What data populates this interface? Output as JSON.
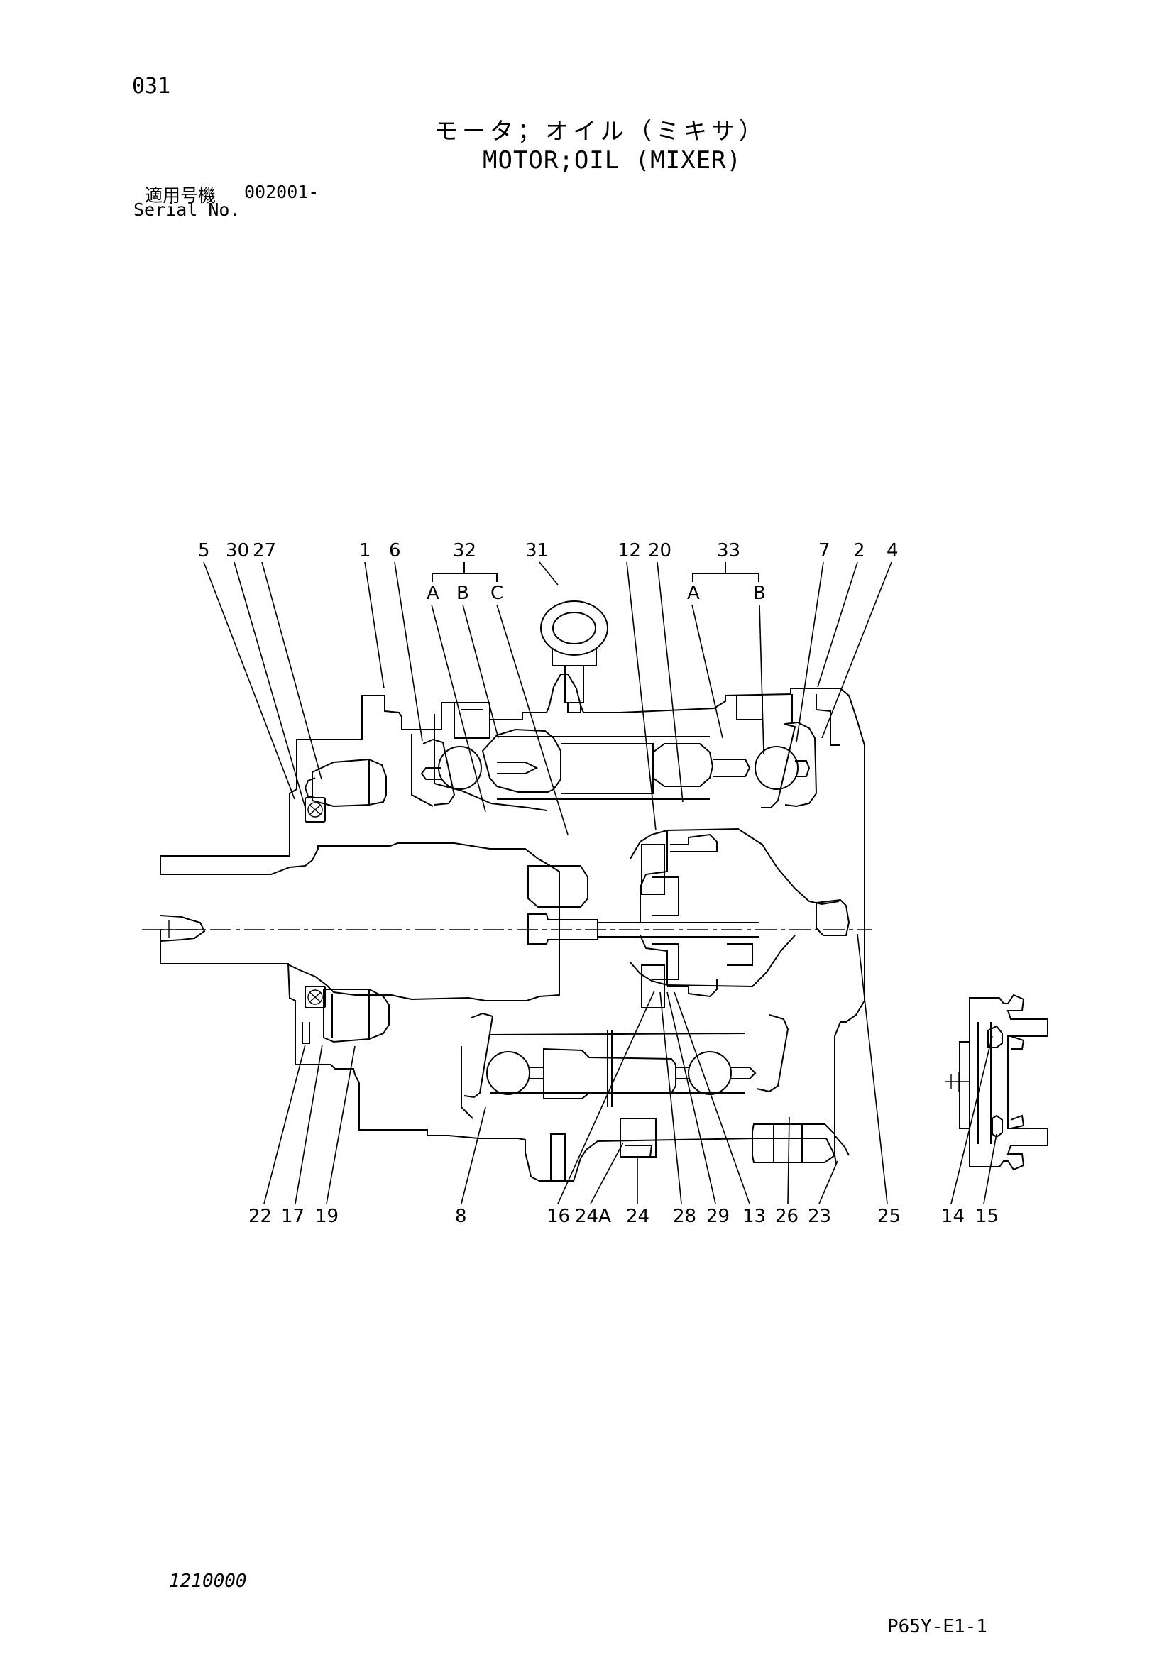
{
  "header": {
    "page_number": "031",
    "title_ja": "モータ；オイル（ミキサ）",
    "title_en": "MOTOR;OIL (MIXER)",
    "serial_label_ja": "適用号機",
    "serial_value": "002001-",
    "serial_label_en": "Serial No."
  },
  "footer": {
    "drawing_number": "1210000",
    "page_code": "P65Y-E1-1"
  },
  "callouts": {
    "top": [
      "5",
      "30",
      "27",
      "1",
      "6",
      "32",
      "31",
      "12",
      "20",
      "33",
      "7",
      "2",
      "4"
    ],
    "sub_32": [
      "A",
      "B",
      "C"
    ],
    "sub_33": [
      "A",
      "B"
    ],
    "bottom": [
      "22",
      "17",
      "19",
      "8",
      "16",
      "24A",
      "24",
      "28",
      "29",
      "13",
      "26",
      "23",
      "25",
      "14",
      "15"
    ]
  }
}
